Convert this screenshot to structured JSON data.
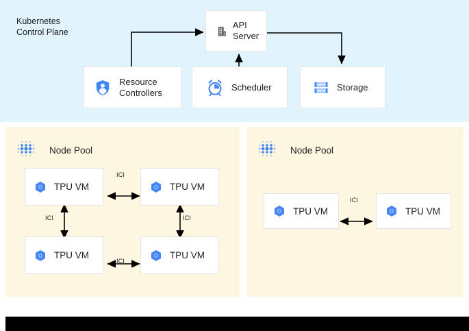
{
  "control_plane": {
    "title": "Kubernetes\nControl Plane",
    "background_color": "#e1f3fd",
    "nodes": [
      {
        "id": "api-server",
        "label": "API\nServer",
        "icon": "building-icon",
        "icon_color": "#5f6368"
      },
      {
        "id": "resource-controllers",
        "label": "Resource\nControllers",
        "icon": "shield-user-icon",
        "icon_color": "#4285f4"
      },
      {
        "id": "scheduler",
        "label": "Scheduler",
        "icon": "alarm-clock-icon",
        "icon_color": "#4285f4"
      },
      {
        "id": "storage",
        "label": "Storage",
        "icon": "database-icon",
        "icon_color": "#4285f4"
      }
    ],
    "edges": [
      {
        "from": "resource-controllers",
        "to": "api-server",
        "direction": "one-way"
      },
      {
        "from": "scheduler",
        "to": "api-server",
        "direction": "one-way"
      },
      {
        "from": "api-server",
        "to": "storage",
        "direction": "one-way"
      }
    ]
  },
  "node_pools": [
    {
      "id": "node-pool-left",
      "title": "Node Pool",
      "icon": "node-pool-dots-icon",
      "background_color": "#fdf6e0",
      "vms": [
        {
          "id": "tpu-vm-1",
          "label": "TPU VM",
          "icon": "tpu-hexagon-icon"
        },
        {
          "id": "tpu-vm-2",
          "label": "TPU VM",
          "icon": "tpu-hexagon-icon"
        },
        {
          "id": "tpu-vm-3",
          "label": "TPU VM",
          "icon": "tpu-hexagon-icon"
        },
        {
          "id": "tpu-vm-4",
          "label": "TPU VM",
          "icon": "tpu-hexagon-icon"
        }
      ],
      "links": [
        {
          "label": "ICI",
          "from": "tpu-vm-1",
          "to": "tpu-vm-2",
          "direction": "bidirectional",
          "orientation": "horizontal"
        },
        {
          "label": "ICI",
          "from": "tpu-vm-1",
          "to": "tpu-vm-3",
          "direction": "bidirectional",
          "orientation": "vertical"
        },
        {
          "label": "ICI",
          "from": "tpu-vm-2",
          "to": "tpu-vm-4",
          "direction": "bidirectional",
          "orientation": "vertical"
        },
        {
          "label": "ICI",
          "from": "tpu-vm-3",
          "to": "tpu-vm-4",
          "direction": "bidirectional",
          "orientation": "horizontal"
        }
      ]
    },
    {
      "id": "node-pool-right",
      "title": "Node Pool",
      "icon": "node-pool-dots-icon",
      "background_color": "#fdf6e0",
      "vms": [
        {
          "id": "tpu-vm-5",
          "label": "TPU VM",
          "icon": "tpu-hexagon-icon"
        },
        {
          "id": "tpu-vm-6",
          "label": "TPU VM",
          "icon": "tpu-hexagon-icon"
        }
      ],
      "links": [
        {
          "label": "ICI",
          "from": "tpu-vm-5",
          "to": "tpu-vm-6",
          "direction": "bidirectional",
          "orientation": "horizontal"
        }
      ]
    }
  ],
  "colors": {
    "google_blue": "#4285f4",
    "icon_gray": "#5f6368",
    "panel_blue": "#e1f3fd",
    "panel_cream": "#fdf6e0",
    "box_white": "#ffffff",
    "box_border": "#e4e4e4",
    "arrow_black": "#000000",
    "bottom_bar": "#000000"
  }
}
